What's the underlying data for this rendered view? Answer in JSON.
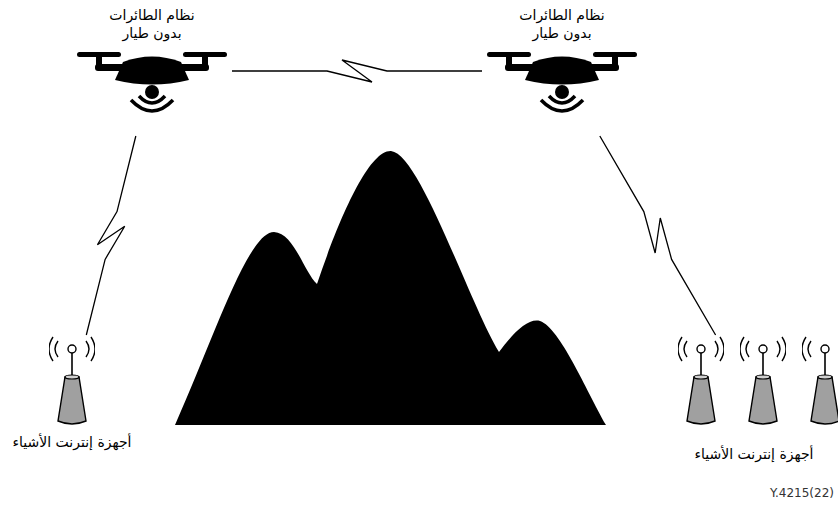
{
  "diagram": {
    "nodes": [
      {
        "text": [
          "نظام الطائرات بدون طيار"
        ]
      },
      {
        "text": [
          "نظام الطائرات بدون طيار"
        ]
      },
      {
        "text": [
          "أجهزة إنترنت الأشياء"
        ]
      },
      {
        "text": [
          "أجهزة إنترنت الأشياء"
        ]
      }
    ],
    "edges": [
      {
        "from": 0,
        "to": 1,
        "arrow": "none"
      },
      {
        "from": 0,
        "to": 2,
        "arrow": "none"
      },
      {
        "from": 1,
        "to": 3,
        "arrow": "none"
      }
    ],
    "labels": [
      "Y.4215(22)"
    ]
  }
}
